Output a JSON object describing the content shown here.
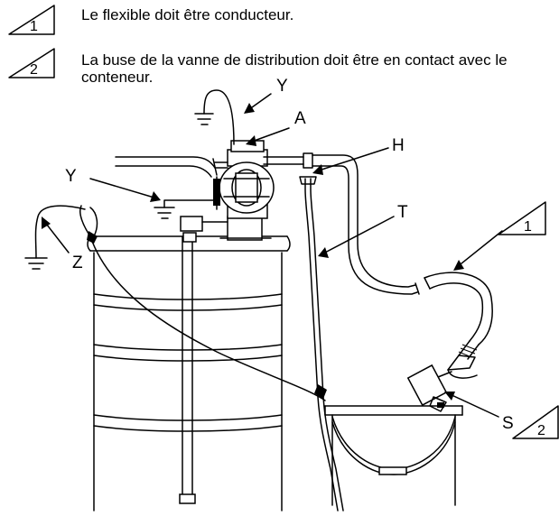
{
  "notes": [
    {
      "number": "1",
      "text": "Le flexible doit être conducteur."
    },
    {
      "number": "2",
      "text": "La buse de la vanne de distribution doit être en contact avec le conteneur."
    }
  ],
  "labels": {
    "y_top": "Y",
    "a": "A",
    "h": "H",
    "y_left": "Y",
    "t": "T",
    "z": "Z",
    "s": "S",
    "note_ref_1": "1",
    "note_ref_2": "2"
  }
}
